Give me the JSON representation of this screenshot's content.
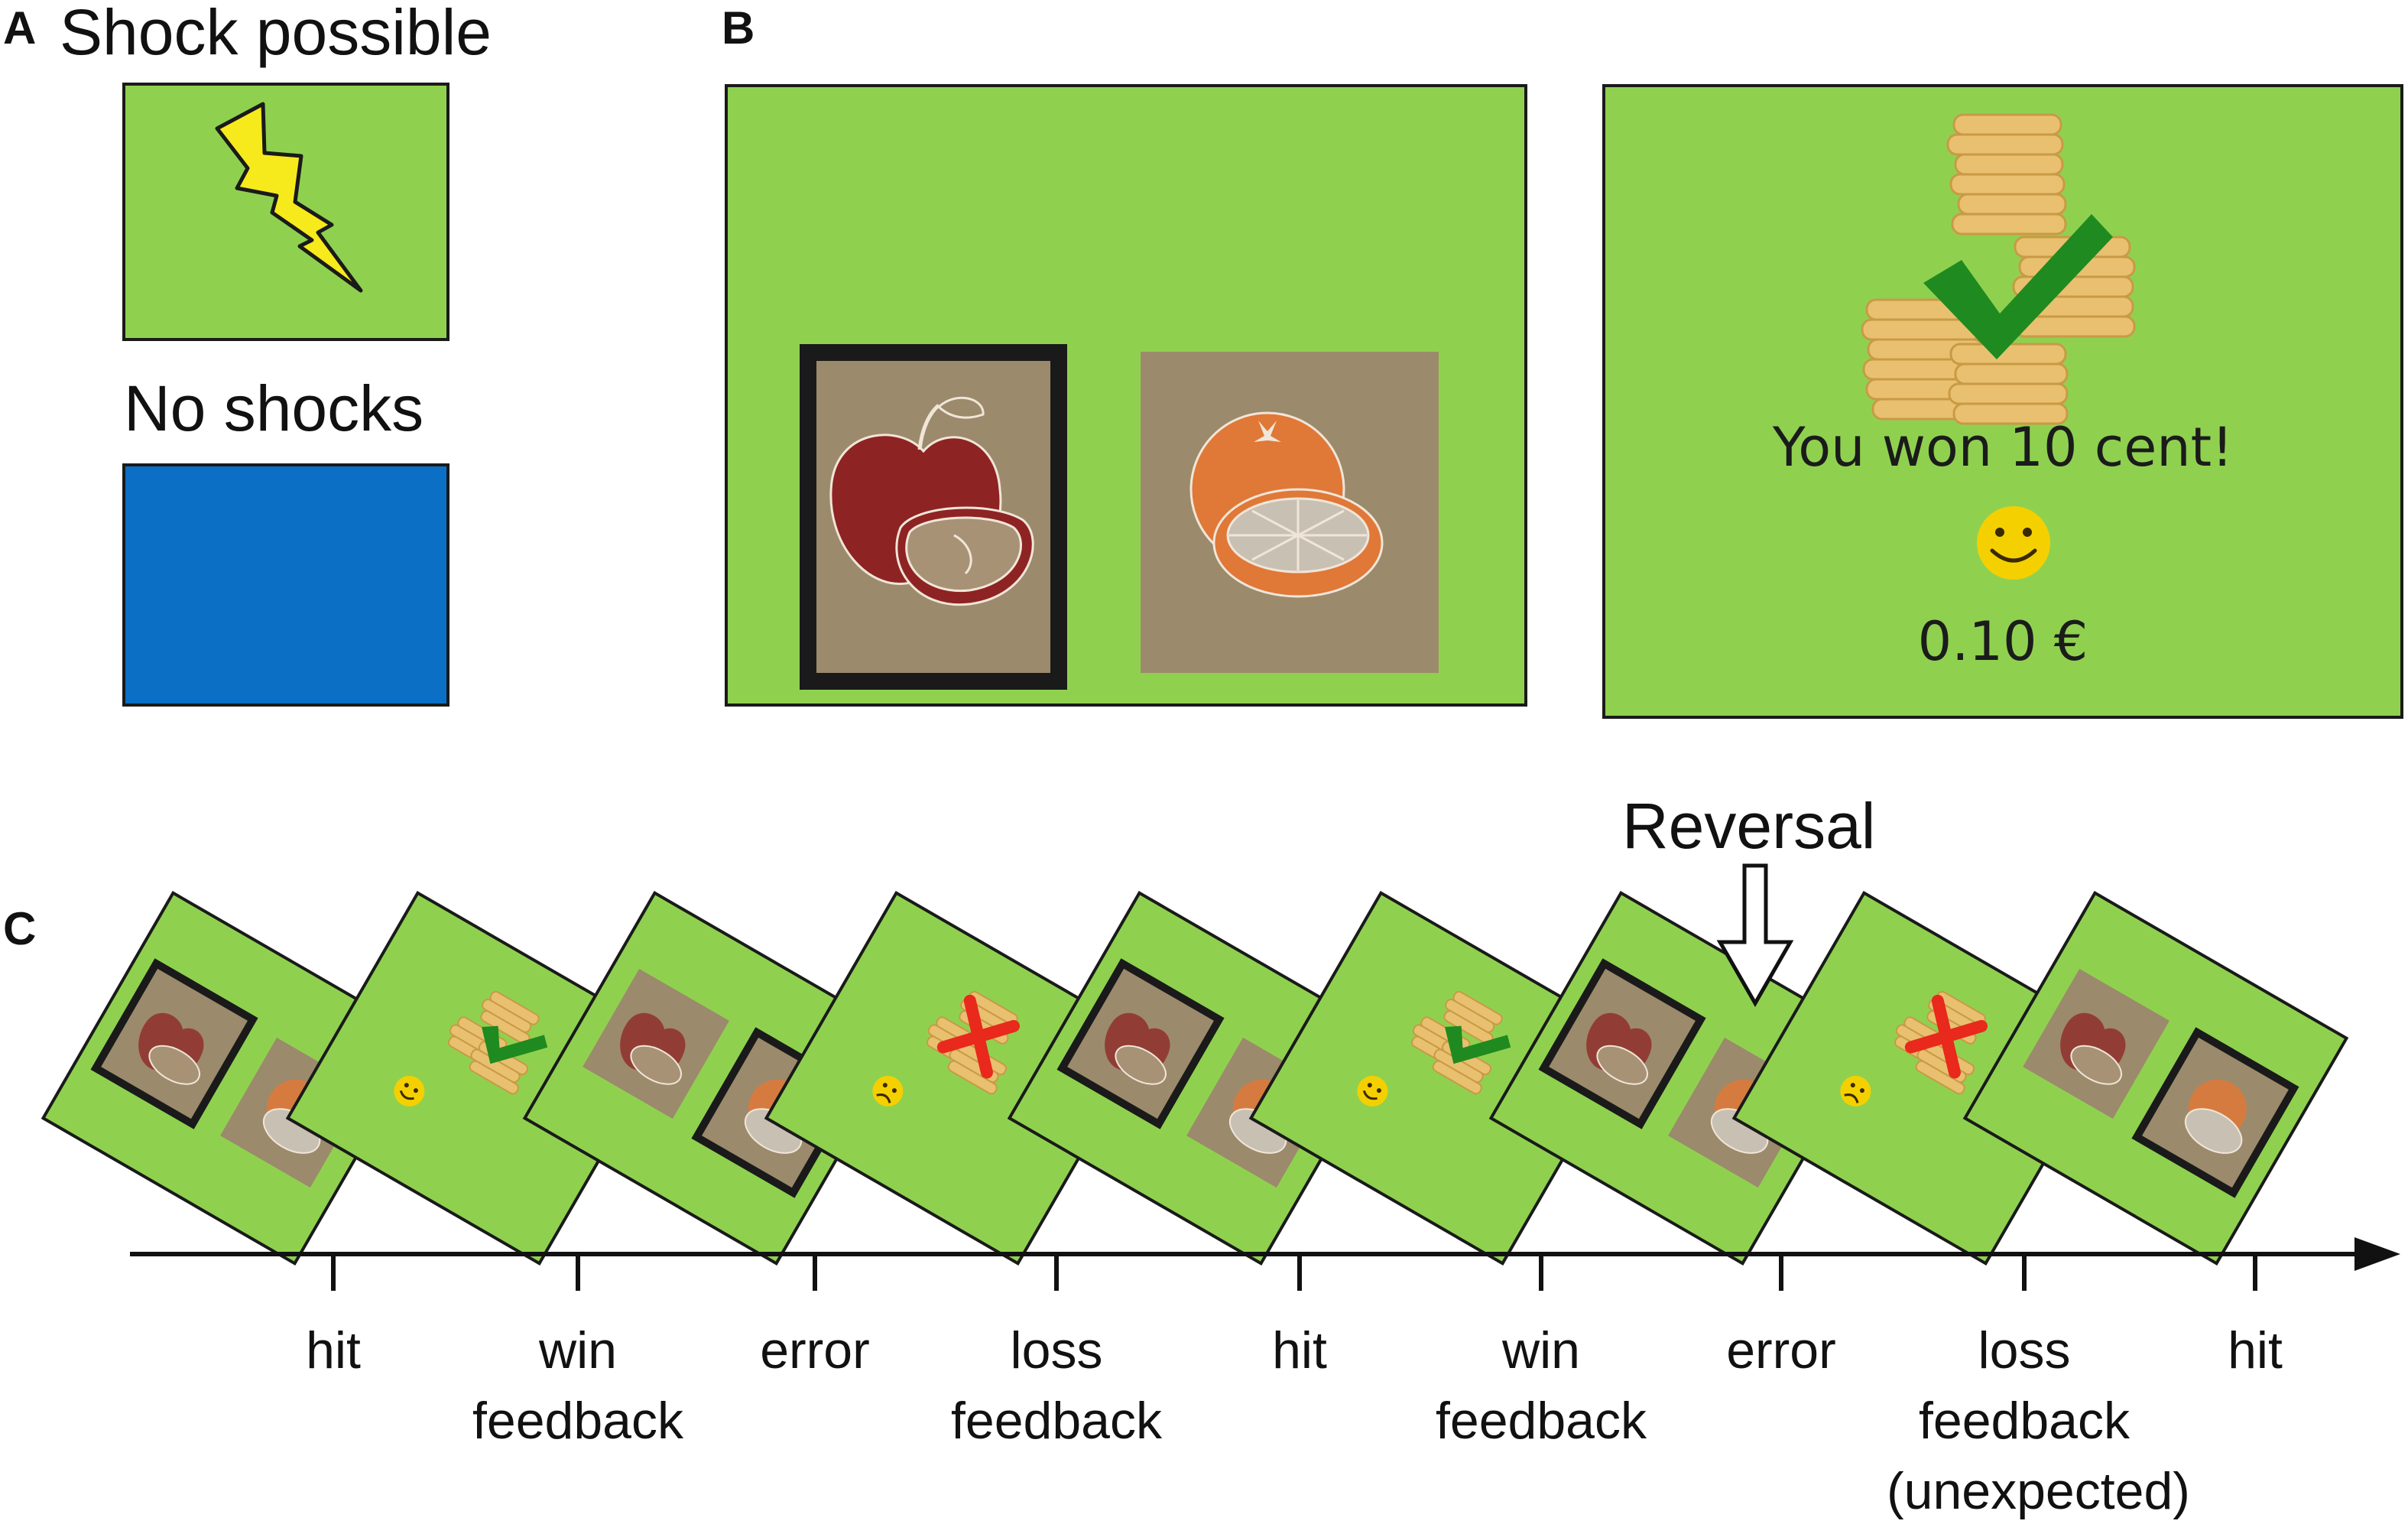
{
  "panel_a": {
    "letter": "A",
    "shock_label": "Shock possible",
    "noshock_label": "No shocks",
    "shock_color": "#8fd14f",
    "noshock_color": "#0b6fc5",
    "shock_icon": "lightning-bolt-icon"
  },
  "panel_b": {
    "letter": "B",
    "stimulus_left_icon": "apple-icon",
    "stimulus_right_icon": "orange-icon",
    "feedback_text": "You won 10 cent!",
    "feedback_amount": "0.10 €",
    "feedback_icons": [
      "coin-stack-icon",
      "checkmark-icon",
      "smiley-icon"
    ]
  },
  "panel_c": {
    "letter": "C",
    "reversal_label": "Reversal",
    "events": [
      {
        "type": "choice",
        "selected": "left",
        "label": [
          "hit"
        ]
      },
      {
        "type": "feedback",
        "outcome": "win",
        "label": [
          "win",
          "feedback"
        ]
      },
      {
        "type": "choice",
        "selected": "right",
        "label": [
          "error"
        ]
      },
      {
        "type": "feedback",
        "outcome": "loss",
        "label": [
          "loss",
          "feedback"
        ]
      },
      {
        "type": "choice",
        "selected": "left",
        "label": [
          "hit"
        ]
      },
      {
        "type": "feedback",
        "outcome": "win",
        "label": [
          "win",
          "feedback"
        ]
      },
      {
        "type": "choice",
        "selected": "left",
        "label": [
          "error"
        ]
      },
      {
        "type": "feedback",
        "outcome": "loss",
        "label": [
          "loss",
          "feedback",
          "(unexpected)"
        ]
      },
      {
        "type": "choice",
        "selected": "right",
        "label": [
          "hit"
        ]
      }
    ]
  },
  "colors": {
    "screen_green": "#8fd14f",
    "card_brown": "#9c8a6c",
    "apple_red": "#8e2323",
    "orange": "#e07838",
    "check_green": "#1f8a1f",
    "cross_red": "#e8291c",
    "coin_gold": "#e8c070",
    "smiley_yellow": "#f5d000"
  }
}
